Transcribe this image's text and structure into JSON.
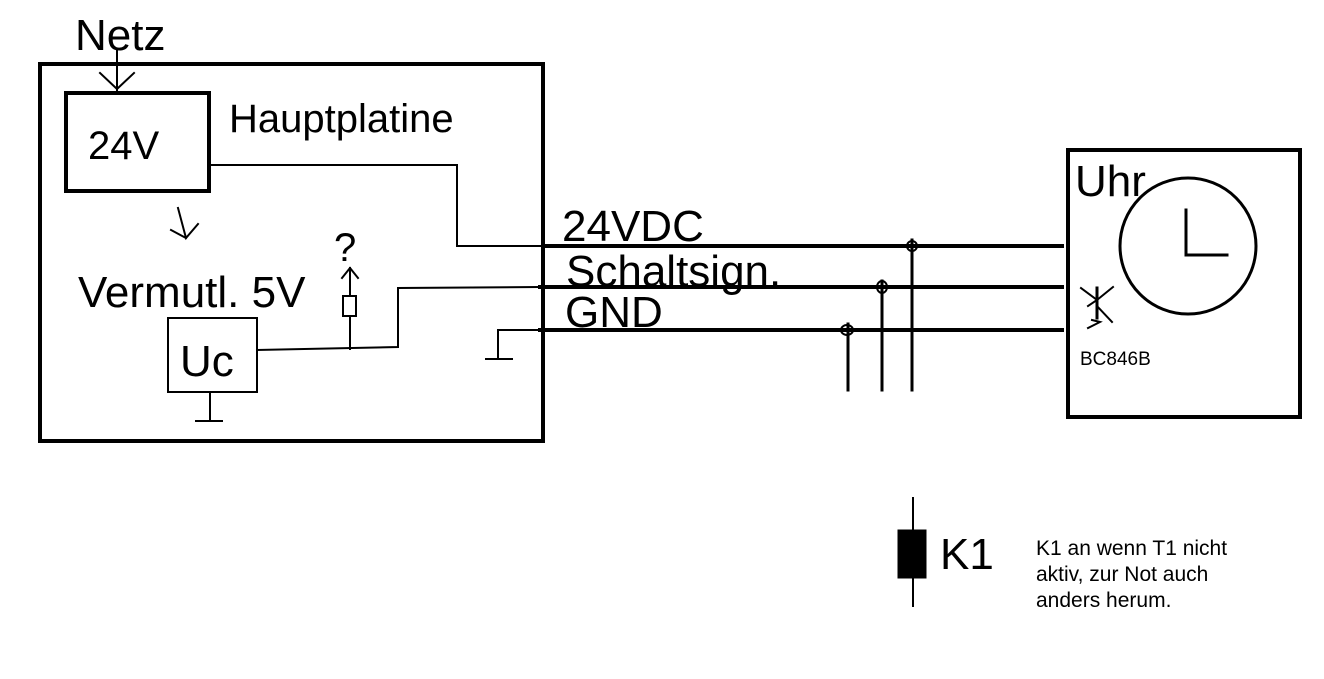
{
  "labels": {
    "netz": "Netz",
    "psu": "24V",
    "mainboard": "Hauptplatine",
    "voltage_guess": "Vermutl. 5V",
    "question": "?",
    "uc": "Uc",
    "line_24vdc": "24VDC",
    "line_signal": "Schaltsign.",
    "line_gnd": "GND",
    "clock": "Uhr",
    "transistor": "BC846B",
    "relay": "K1",
    "note_line1": "K1 an wenn T1 nicht",
    "note_line2": "aktiv, zur Not auch",
    "note_line3": "anders herum."
  },
  "colors": {
    "ink": "#000000",
    "background": "#ffffff"
  }
}
